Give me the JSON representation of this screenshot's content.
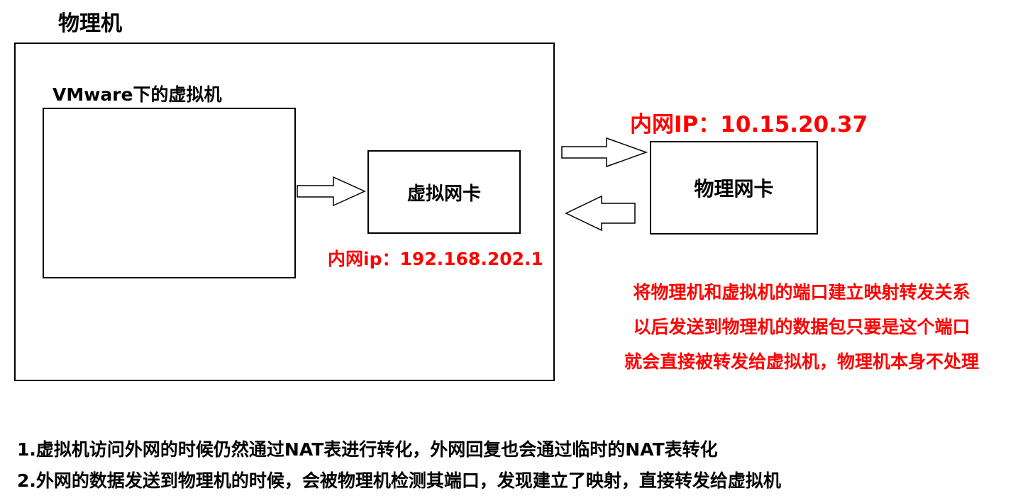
{
  "physical_machine": {
    "title": "物理机"
  },
  "vm": {
    "title": "VMware下的虚拟机"
  },
  "virtual_nic": {
    "label": "虚拟网卡",
    "ip_text": "内网ip：192.168.202.1"
  },
  "physical_nic": {
    "label": "物理网卡",
    "ip_text": "内网IP：10.15.20.37"
  },
  "note": {
    "lines": [
      "将物理机和虚拟机的端口建立映射转发关系",
      "以后发送到物理机的数据包只要是这个端口",
      "就会直接被转发给虚拟机，物理机本身不处理"
    ],
    "color": "#ff0000"
  },
  "footer": {
    "lines": [
      "1.虚拟机访问外网的时候仍然通过NAT表进行转化，外网回复也会通过临时的NAT表转化",
      "2.外网的数据发送到物理机的时候，会被物理机检测其端口，发现建立了映射，直接转发给虚拟机"
    ]
  },
  "colors": {
    "highlight": "#ff0000",
    "stroke": "#000000"
  }
}
